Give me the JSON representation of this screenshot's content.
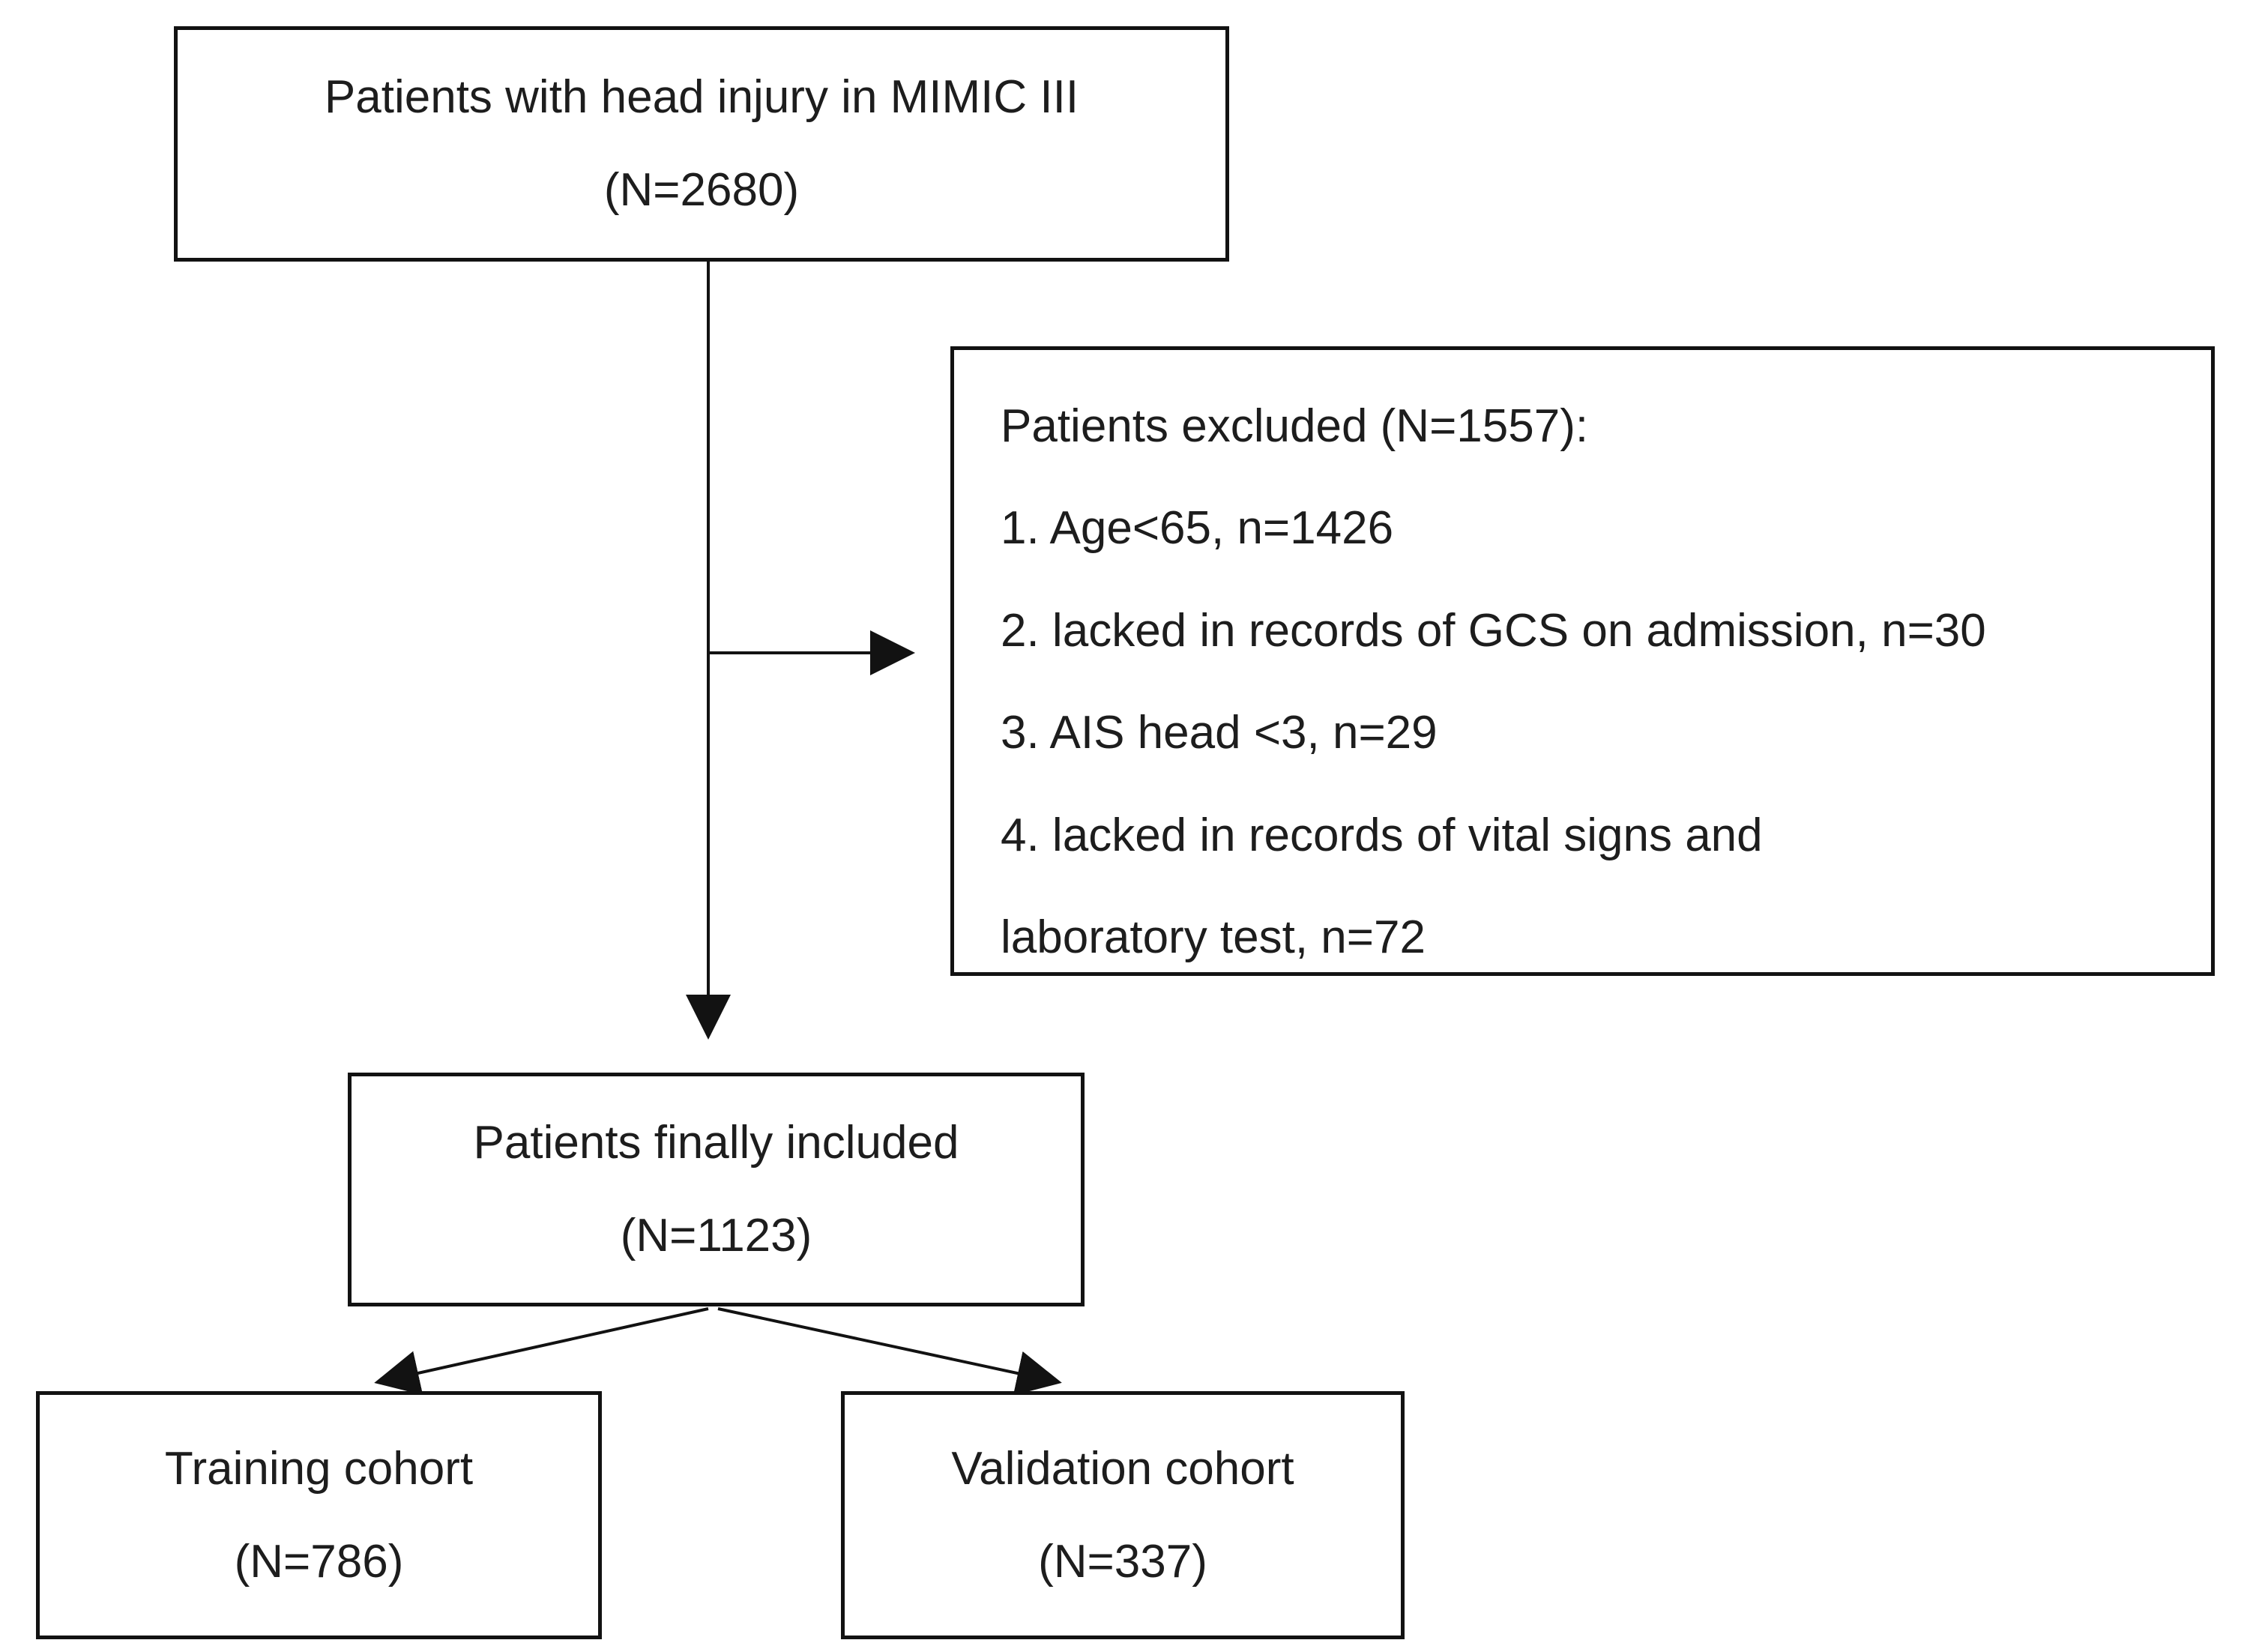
{
  "colors": {
    "background": "#ffffff",
    "line": "#121212",
    "text": "#1d1d1d"
  },
  "nodes": {
    "source": {
      "line1": "Patients with head injury in MIMIC III",
      "line2": "(N=2680)"
    },
    "excluded": {
      "lines": [
        "Patients excluded (N=1557):",
        "1. Age<65, n=1426",
        "2. lacked in records of GCS on admission, n=30",
        "3. AIS head <3, n=29",
        "4. lacked in records of vital signs and",
        "laboratory test, n=72"
      ]
    },
    "included": {
      "line1": "Patients finally included",
      "line2": "(N=1123)"
    },
    "training": {
      "line1": "Training cohort",
      "line2": "(N=786)"
    },
    "validation": {
      "line1": "Validation cohort",
      "line2": "(N=337)"
    }
  }
}
